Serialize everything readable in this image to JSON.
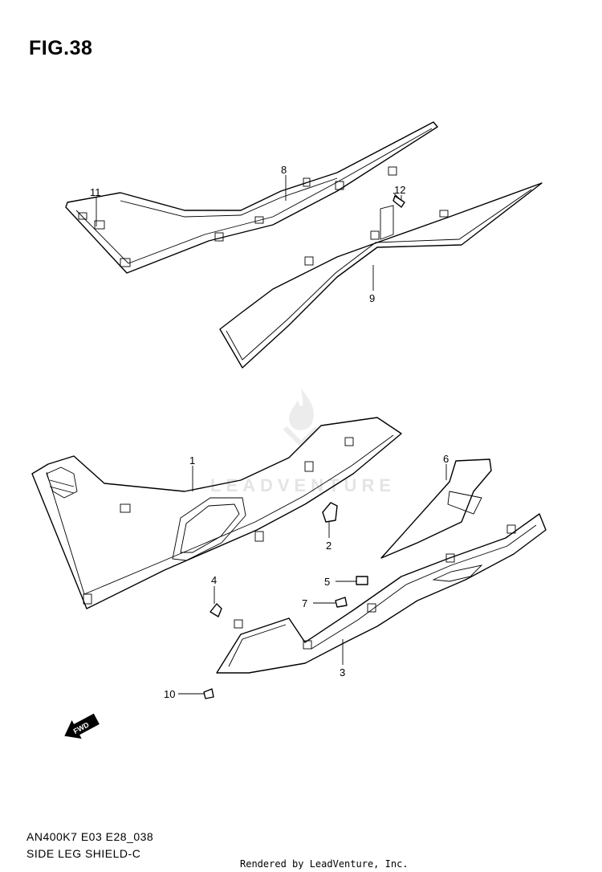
{
  "figure": {
    "title": "FIG.38"
  },
  "callouts": [
    {
      "id": "1",
      "label": "1"
    },
    {
      "id": "2",
      "label": "2"
    },
    {
      "id": "3",
      "label": "3"
    },
    {
      "id": "4",
      "label": "4"
    },
    {
      "id": "5",
      "label": "5"
    },
    {
      "id": "6",
      "label": "6"
    },
    {
      "id": "7",
      "label": "7"
    },
    {
      "id": "8",
      "label": "8"
    },
    {
      "id": "9",
      "label": "9"
    },
    {
      "id": "10",
      "label": "10"
    },
    {
      "id": "11",
      "label": "11"
    },
    {
      "id": "12",
      "label": "12"
    }
  ],
  "direction_arrow": {
    "label": "FWD"
  },
  "watermark": {
    "text": "LEADVENTURE"
  },
  "footer": {
    "model_code": "AN400K7 E03 E28_038",
    "section_name": "SIDE LEG SHIELD-C",
    "rendered_by": "Rendered by LeadVenture, Inc."
  }
}
